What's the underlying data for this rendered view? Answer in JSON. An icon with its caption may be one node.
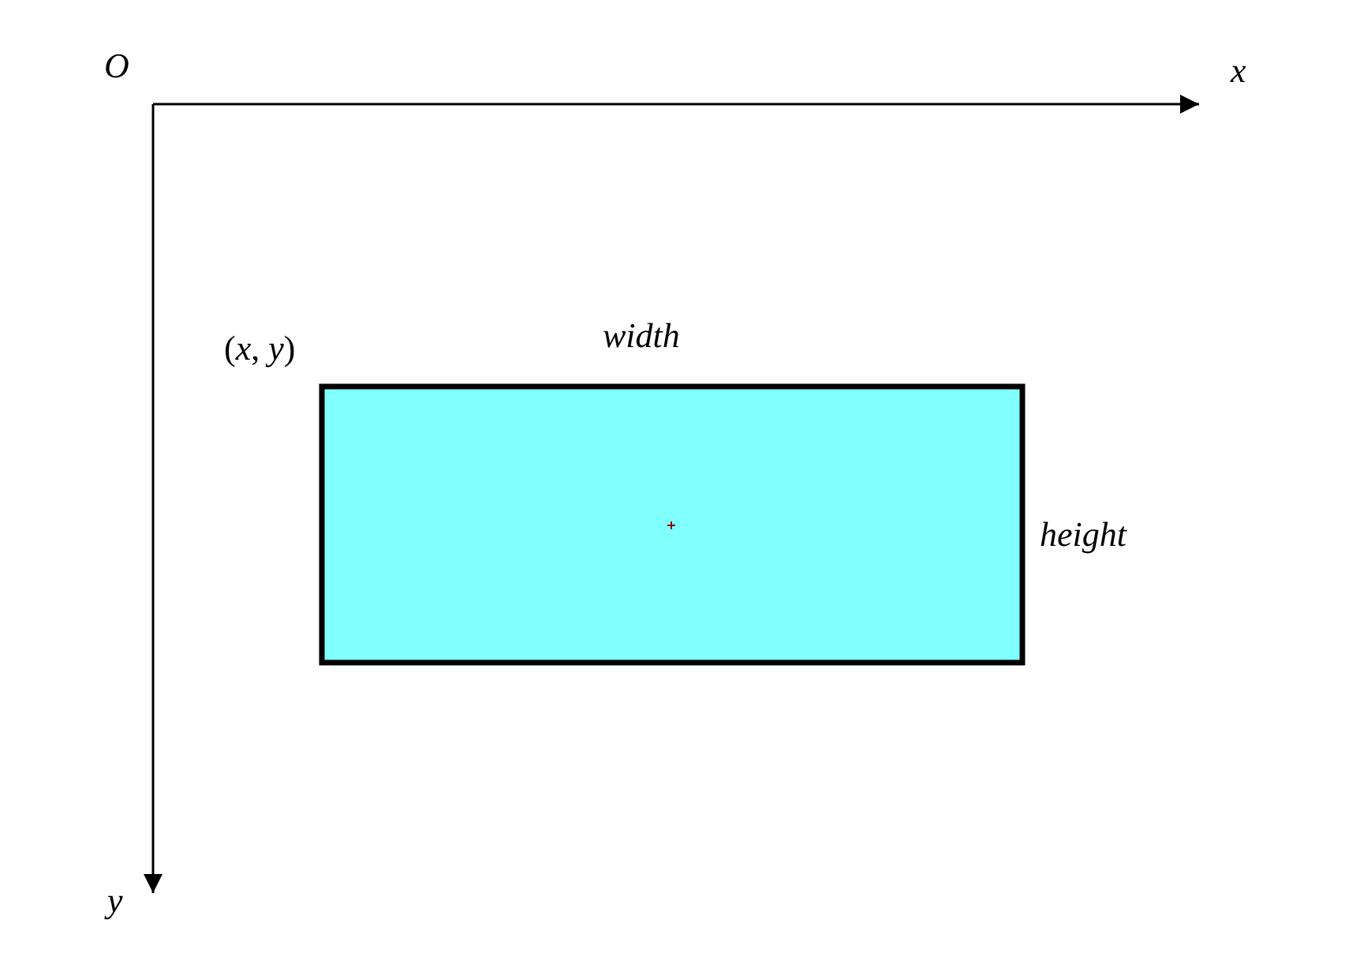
{
  "diagram": {
    "labels": [
      "O",
      "x",
      "(*x*, *y*)",
      "width",
      "height",
      "y"
    ]
  }
}
